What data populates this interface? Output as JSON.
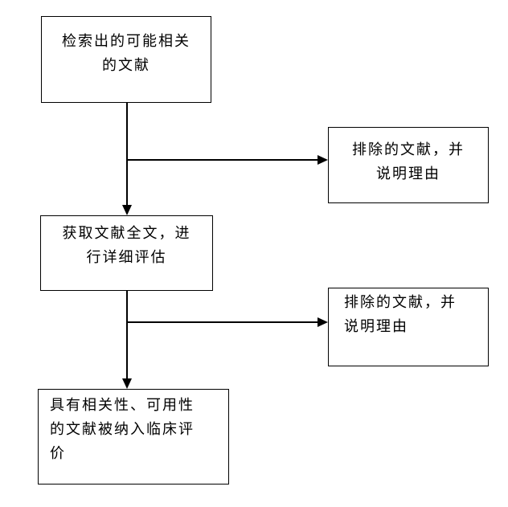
{
  "page": {
    "background_color": "#ffffff",
    "line_color": "#000000",
    "text_color": "#000000"
  },
  "flowchart": {
    "nodes": {
      "retrieved": {
        "lines": [
          "检索出的可能相关",
          "的文献"
        ]
      },
      "excluded_top": {
        "lines": [
          "排除的文献，并",
          "说明理由"
        ]
      },
      "fulltext": {
        "lines": [
          "获取文献全文，进",
          "行详细评估"
        ]
      },
      "excluded_bottom": {
        "lines": [
          "排除的文献，并",
          "说明理由"
        ]
      },
      "included": {
        "lines": [
          "具有相关性、可用性",
          "的文献被纳入临床评",
          "价"
        ]
      }
    },
    "edges": [
      {
        "from": "retrieved",
        "to": "fulltext",
        "type": "arrow-down"
      },
      {
        "from": "retrieved",
        "to": "excluded_top",
        "type": "arrow-right"
      },
      {
        "from": "fulltext",
        "to": "included",
        "type": "arrow-down"
      },
      {
        "from": "fulltext",
        "to": "excluded_bottom",
        "type": "arrow-right"
      }
    ]
  }
}
